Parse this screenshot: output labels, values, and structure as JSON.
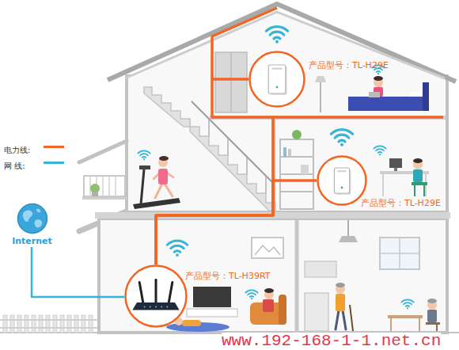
{
  "diagram": {
    "nodes": [
      {
        "text": [
          "产品型号：TL-H29E"
        ]
      },
      {
        "text": [
          "产品型号：TL-H29E"
        ]
      },
      {
        "text": [
          "Internet"
        ]
      },
      {
        "text": [
          "产品型号：TL-H39RT"
        ]
      }
    ],
    "edges": [
      {
        "from": 2,
        "to": 3,
        "arrow": "none"
      },
      {
        "from": 3,
        "to": 0,
        "arrow": "none"
      },
      {
        "from": 3,
        "to": 1,
        "arrow": "none"
      }
    ],
    "labels": [
      "www.192-168-1-1.net.cn"
    ],
    "legend": [
      {
        "text": "电力线:",
        "color": "#f26522"
      },
      {
        "text": "网 线:",
        "color": "#35b4d8"
      }
    ]
  }
}
